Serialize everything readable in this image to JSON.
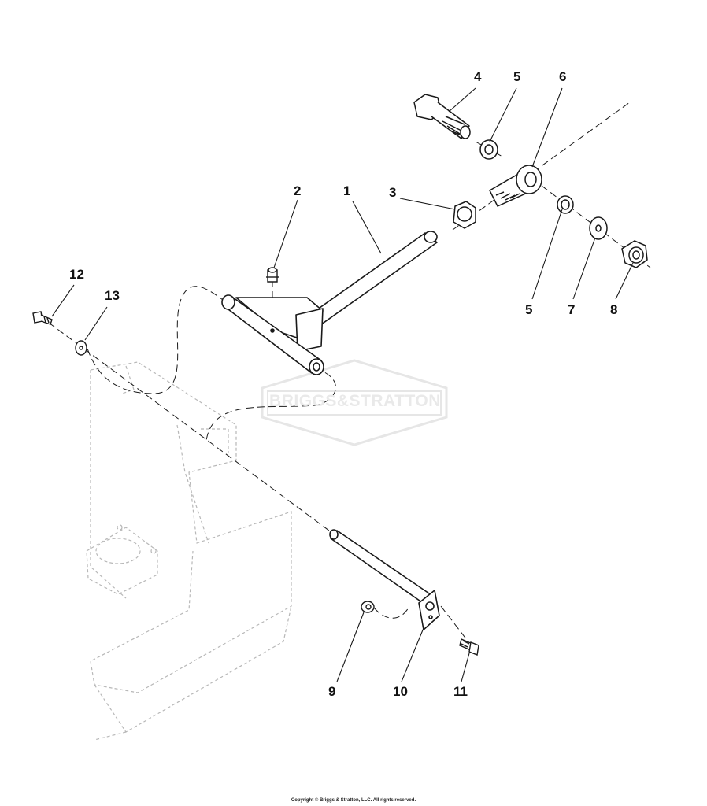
{
  "callouts": [
    {
      "id": "1",
      "label": "1"
    },
    {
      "id": "2",
      "label": "2"
    },
    {
      "id": "3",
      "label": "3"
    },
    {
      "id": "4",
      "label": "4"
    },
    {
      "id": "5a",
      "label": "5"
    },
    {
      "id": "5b",
      "label": "5"
    },
    {
      "id": "6",
      "label": "6"
    },
    {
      "id": "7",
      "label": "7"
    },
    {
      "id": "8",
      "label": "8"
    },
    {
      "id": "9",
      "label": "9"
    },
    {
      "id": "10",
      "label": "10"
    },
    {
      "id": "11",
      "label": "11"
    },
    {
      "id": "12",
      "label": "12"
    },
    {
      "id": "13",
      "label": "13"
    }
  ],
  "watermark": {
    "text": "BRIGGS&STRATTON"
  },
  "footer": {
    "copyright": "Copyright © Briggs & Stratton, LLC. All rights reserved."
  },
  "colors": {
    "line": "#1a1a1a",
    "ghost": "#b8b8b8",
    "watermark": "#e9e9e9",
    "background": "#ffffff"
  }
}
